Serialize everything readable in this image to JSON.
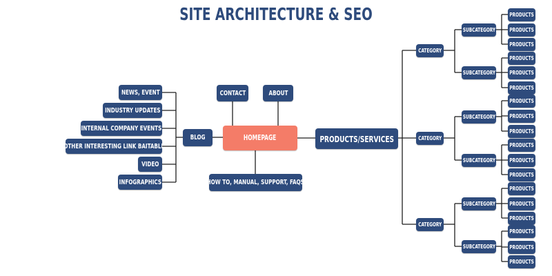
{
  "title": "SITE ARCHITECTURE & SEO",
  "colors": {
    "node": "#2e4b7c",
    "homepage": "#f47c68",
    "line": "#1f1f1f",
    "title": "#2e4b7c"
  },
  "nodes": {
    "homepage": "HOMEPAGE",
    "contact": "CONTACT",
    "about": "ABOUT",
    "blog": "BLOG",
    "support": "HOW TO, MANUAL, SUPPORT, FAQS",
    "products_services": "PRODUCTS/SERVICES"
  },
  "blog_topics": [
    "NEWS, EVENT",
    "INDUSTRY UPDATES",
    "INTERNAL COMPANY EVENTS",
    "OTHER INTERESTING LINK BAITABLE",
    "VIDEO",
    "INFOGRAPHICS"
  ],
  "categories": [
    {
      "label": "CATEGORY",
      "subcategories": [
        {
          "label": "SUBCATEGORY",
          "products": [
            "PRODUCTS",
            "PRODUCTS",
            "PRODUCTS"
          ]
        },
        {
          "label": "SUBCATEGORY",
          "products": [
            "PRODUCTS",
            "PRODUCTS",
            "PRODUCTS"
          ]
        }
      ]
    },
    {
      "label": "CATEGORY",
      "subcategories": [
        {
          "label": "SUBCATEGORY",
          "products": [
            "PRODUCTS",
            "PRODUCTS",
            "PRODUCTS"
          ]
        },
        {
          "label": "SUBCATEGORY",
          "products": [
            "PRODUCTS",
            "PRODUCTS",
            "PRODUCTS"
          ]
        }
      ]
    },
    {
      "label": "CATEGORY",
      "subcategories": [
        {
          "label": "SUBCATEGORY",
          "products": [
            "PRODUCTS",
            "PRODUCTS",
            "PRODUCTS"
          ]
        },
        {
          "label": "SUBCATEGORY",
          "products": [
            "PRODUCTS",
            "PRODUCTS",
            "PRODUCTS"
          ]
        }
      ]
    }
  ]
}
